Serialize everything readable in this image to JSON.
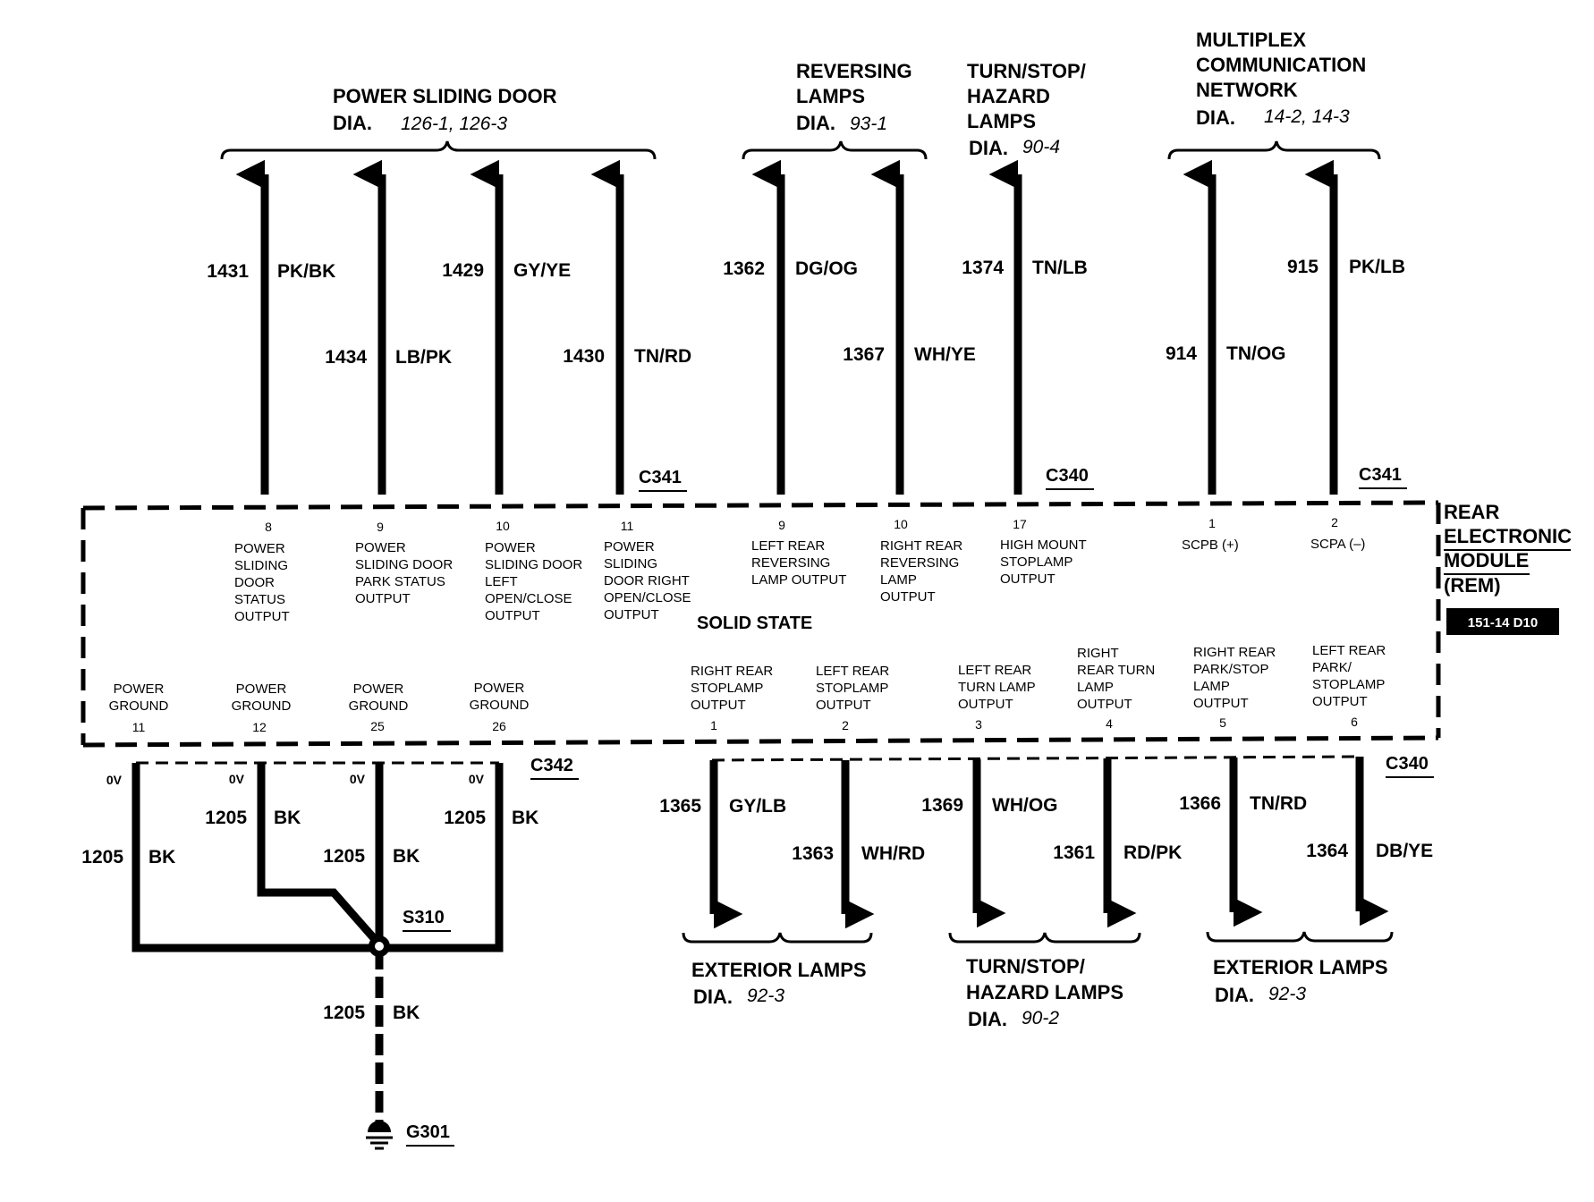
{
  "headers": {
    "power_sliding_door": {
      "title": "POWER SLIDING DOOR",
      "dia_label": "DIA.",
      "dia_ref": "126-1, 126-3"
    },
    "reversing_lamps": {
      "title_line1": "REVERSING",
      "title_line2": "LAMPS",
      "dia_label": "DIA.",
      "dia_ref": "93-1"
    },
    "turn_stop_hazard_top": {
      "title_line1": "TURN/STOP/",
      "title_line2": "HAZARD",
      "title_line3": "LAMPS",
      "dia_label": "DIA.",
      "dia_ref": "90-4"
    },
    "multiplex": {
      "title_line1": "MULTIPLEX",
      "title_line2": "COMMUNICATION",
      "title_line3": "NETWORK",
      "dia_label": "DIA.",
      "dia_ref": "14-2, 14-3"
    },
    "exterior_lamps_left": {
      "title": "EXTERIOR LAMPS",
      "dia_label": "DIA.",
      "dia_ref": "92-3"
    },
    "turn_stop_hazard_bottom": {
      "title_line1": "TURN/STOP/",
      "title_line2": "HAZARD LAMPS",
      "dia_label": "DIA.",
      "dia_ref": "90-2"
    },
    "exterior_lamps_right": {
      "title": "EXTERIOR LAMPS",
      "dia_label": "DIA.",
      "dia_ref": "92-3"
    }
  },
  "top_wires": [
    {
      "circuit": "1431",
      "color": "PK/BK"
    },
    {
      "circuit": "1434",
      "color": "LB/PK"
    },
    {
      "circuit": "1429",
      "color": "GY/YE"
    },
    {
      "circuit": "1430",
      "color": "TN/RD"
    },
    {
      "circuit": "1362",
      "color": "DG/OG"
    },
    {
      "circuit": "1367",
      "color": "WH/YE"
    },
    {
      "circuit": "1374",
      "color": "TN/LB"
    },
    {
      "circuit": "914",
      "color": "TN/OG"
    },
    {
      "circuit": "915",
      "color": "PK/LB"
    }
  ],
  "connectors": {
    "c341_a": "C341",
    "c340_a": "C340",
    "c341_b": "C341",
    "c342": "C342",
    "c340_b": "C340",
    "s310": "S310",
    "g301": "G301"
  },
  "module": {
    "name_lines": [
      "REAR",
      "ELECTRONIC",
      "MODULE",
      "(REM)"
    ],
    "badge": "151-14 D10",
    "solid_state": "SOLID STATE"
  },
  "top_pins": [
    {
      "pin": "8",
      "lines": [
        "POWER",
        "SLIDING",
        "DOOR",
        "STATUS",
        "OUTPUT"
      ]
    },
    {
      "pin": "9",
      "lines": [
        "POWER",
        "SLIDING DOOR",
        "PARK STATUS",
        "OUTPUT"
      ]
    },
    {
      "pin": "10",
      "lines": [
        "POWER",
        "SLIDING DOOR",
        "LEFT",
        "OPEN/CLOSE",
        "OUTPUT"
      ]
    },
    {
      "pin": "11",
      "lines": [
        "POWER",
        "SLIDING",
        "DOOR RIGHT",
        "OPEN/CLOSE",
        "OUTPUT"
      ]
    },
    {
      "pin": "9",
      "lines": [
        "LEFT REAR",
        "REVERSING",
        "LAMP OUTPUT"
      ]
    },
    {
      "pin": "10",
      "lines": [
        "RIGHT REAR",
        "REVERSING",
        "LAMP",
        "OUTPUT"
      ]
    },
    {
      "pin": "17",
      "lines": [
        "HIGH MOUNT",
        "STOPLAMP",
        "OUTPUT"
      ]
    },
    {
      "pin": "1",
      "lines": [
        "SCPB (+)"
      ]
    },
    {
      "pin": "2",
      "lines": [
        "SCPA (–)"
      ]
    }
  ],
  "bottom_pins": [
    {
      "pin": "11",
      "lines": [
        "POWER",
        "GROUND"
      ]
    },
    {
      "pin": "12",
      "lines": [
        "POWER",
        "GROUND"
      ]
    },
    {
      "pin": "25",
      "lines": [
        "POWER",
        "GROUND"
      ]
    },
    {
      "pin": "26",
      "lines": [
        "POWER",
        "GROUND"
      ]
    },
    {
      "pin": "1",
      "lines": [
        "RIGHT REAR",
        "STOPLAMP",
        "OUTPUT"
      ]
    },
    {
      "pin": "2",
      "lines": [
        "LEFT REAR",
        "STOPLAMP",
        "OUTPUT"
      ]
    },
    {
      "pin": "3",
      "lines": [
        "LEFT REAR",
        "TURN LAMP",
        "OUTPUT"
      ]
    },
    {
      "pin": "4",
      "lines": [
        "RIGHT",
        "REAR TURN",
        "LAMP",
        "OUTPUT"
      ]
    },
    {
      "pin": "5",
      "lines": [
        "RIGHT REAR",
        "PARK/STOP",
        "LAMP",
        "OUTPUT"
      ]
    },
    {
      "pin": "6",
      "lines": [
        "LEFT REAR",
        "PARK/",
        "STOPLAMP",
        "OUTPUT"
      ]
    }
  ],
  "ground_wires": [
    {
      "voltage": "0V",
      "circuit": "1205",
      "color": "BK"
    },
    {
      "voltage": "0V",
      "circuit": "1205",
      "color": "BK"
    },
    {
      "voltage": "0V",
      "circuit": "1205",
      "color": "BK"
    },
    {
      "voltage": "0V",
      "circuit": "1205",
      "color": "BK"
    },
    {
      "circuit": "1205",
      "color": "BK"
    }
  ],
  "bottom_wires": [
    {
      "circuit": "1365",
      "color": "GY/LB"
    },
    {
      "circuit": "1363",
      "color": "WH/RD"
    },
    {
      "circuit": "1369",
      "color": "WH/OG"
    },
    {
      "circuit": "1361",
      "color": "RD/PK"
    },
    {
      "circuit": "1366",
      "color": "TN/RD"
    },
    {
      "circuit": "1364",
      "color": "DB/YE"
    }
  ]
}
